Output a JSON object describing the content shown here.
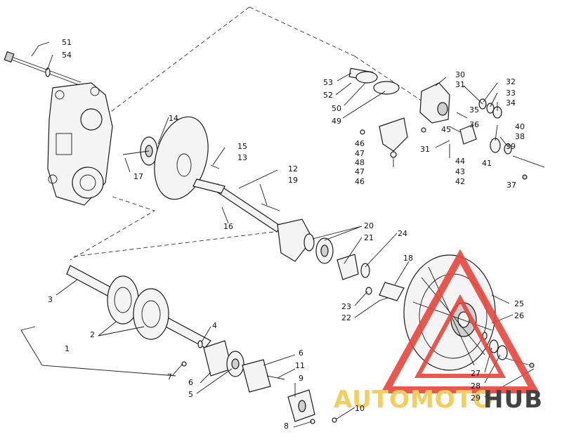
{
  "diagram": {
    "callouts": [
      {
        "id": "c51",
        "text": "51"
      },
      {
        "id": "c54",
        "text": "54"
      },
      {
        "id": "c53",
        "text": "53"
      },
      {
        "id": "c52",
        "text": "52"
      },
      {
        "id": "c50",
        "text": "50"
      },
      {
        "id": "c49",
        "text": "49"
      },
      {
        "id": "c30",
        "text": "30"
      },
      {
        "id": "c31a",
        "text": "31"
      },
      {
        "id": "c32",
        "text": "32"
      },
      {
        "id": "c33",
        "text": "33"
      },
      {
        "id": "c34",
        "text": "34"
      },
      {
        "id": "c35",
        "text": "35"
      },
      {
        "id": "c36",
        "text": "36"
      },
      {
        "id": "c45",
        "text": "45"
      },
      {
        "id": "c40",
        "text": "40"
      },
      {
        "id": "c38",
        "text": "38"
      },
      {
        "id": "c39",
        "text": "39"
      },
      {
        "id": "c31b",
        "text": "31"
      },
      {
        "id": "c44",
        "text": "44"
      },
      {
        "id": "c43",
        "text": "43"
      },
      {
        "id": "c42",
        "text": "42"
      },
      {
        "id": "c41",
        "text": "41"
      },
      {
        "id": "c37",
        "text": "37"
      },
      {
        "id": "c46a",
        "text": "46"
      },
      {
        "id": "c47a",
        "text": "47"
      },
      {
        "id": "c48",
        "text": "48"
      },
      {
        "id": "c47b",
        "text": "47"
      },
      {
        "id": "c46b",
        "text": "46"
      },
      {
        "id": "c14",
        "text": "14"
      },
      {
        "id": "c17",
        "text": "17"
      },
      {
        "id": "c15",
        "text": "15"
      },
      {
        "id": "c13",
        "text": "13"
      },
      {
        "id": "c12",
        "text": "12"
      },
      {
        "id": "c19",
        "text": "19"
      },
      {
        "id": "c16",
        "text": "16"
      },
      {
        "id": "c20",
        "text": "20"
      },
      {
        "id": "c21",
        "text": "21"
      },
      {
        "id": "c24",
        "text": "24"
      },
      {
        "id": "c18",
        "text": "18"
      },
      {
        "id": "c23",
        "text": "23"
      },
      {
        "id": "c22",
        "text": "22"
      },
      {
        "id": "c25",
        "text": "25"
      },
      {
        "id": "c26",
        "text": "26"
      },
      {
        "id": "c27",
        "text": "27"
      },
      {
        "id": "c28",
        "text": "28"
      },
      {
        "id": "c29",
        "text": "29"
      },
      {
        "id": "c3",
        "text": "3"
      },
      {
        "id": "c2",
        "text": "2"
      },
      {
        "id": "c1",
        "text": "1"
      },
      {
        "id": "c4",
        "text": "4"
      },
      {
        "id": "c7",
        "text": "7"
      },
      {
        "id": "c6a",
        "text": "6"
      },
      {
        "id": "c5",
        "text": "5"
      },
      {
        "id": "c6b",
        "text": "6"
      },
      {
        "id": "c11",
        "text": "11"
      },
      {
        "id": "c9",
        "text": "9"
      },
      {
        "id": "c10",
        "text": "10"
      },
      {
        "id": "c8",
        "text": "8"
      }
    ]
  },
  "watermark": {
    "brand_part1": "AUTOMOTO",
    "brand_part2": "HUB",
    "color_primary": "#e8453c",
    "color_accent": "#f2c94c",
    "color_dark": "#2e2e2e"
  }
}
